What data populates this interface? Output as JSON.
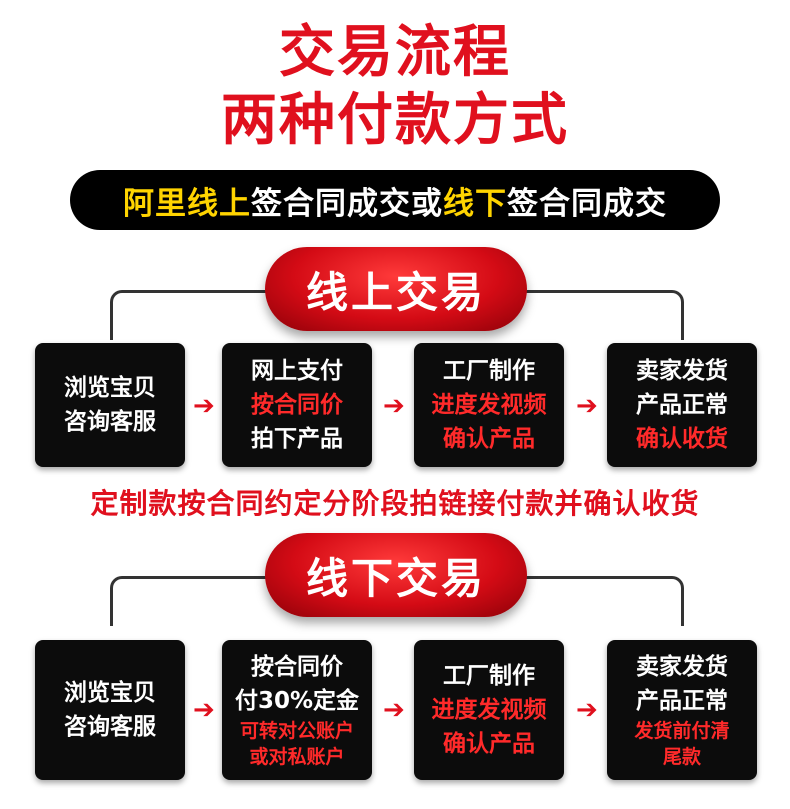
{
  "title_line1": "交易流程",
  "title_line2": "两种付款方式",
  "banner": {
    "part1": "阿里线上",
    "part2": "签合同成交或",
    "part3": "线下",
    "part4": "签合同成交"
  },
  "online": {
    "label": "线上交易",
    "steps": [
      {
        "lines": [
          {
            "text": "浏览宝贝",
            "color": "white"
          },
          {
            "text": "咨询客服",
            "color": "white"
          }
        ]
      },
      {
        "lines": [
          {
            "text": "网上支付",
            "color": "white"
          },
          {
            "text": "按合同价",
            "color": "red"
          },
          {
            "text": "拍下产品",
            "color": "white"
          }
        ]
      },
      {
        "lines": [
          {
            "text": "工厂制作",
            "color": "white"
          },
          {
            "text": "进度发视频",
            "color": "red"
          },
          {
            "text": "确认产品",
            "color": "red"
          }
        ]
      },
      {
        "lines": [
          {
            "text": "卖家发货",
            "color": "white"
          },
          {
            "text": "产品正常",
            "color": "white"
          },
          {
            "text": "确认收货",
            "color": "red"
          }
        ]
      }
    ]
  },
  "note": "定制款按合同约定分阶段拍链接付款并确认收货",
  "offline": {
    "label": "线下交易",
    "steps": [
      {
        "lines": [
          {
            "text": "浏览宝贝",
            "color": "white"
          },
          {
            "text": "咨询客服",
            "color": "white"
          }
        ]
      },
      {
        "lines": [
          {
            "text": "按合同价",
            "color": "white"
          },
          {
            "text": "付30%定金",
            "color": "white"
          },
          {
            "text": "可转对公账户",
            "color": "red",
            "small": true
          },
          {
            "text": "或对私账户",
            "color": "red",
            "small": true
          }
        ]
      },
      {
        "lines": [
          {
            "text": "工厂制作",
            "color": "white"
          },
          {
            "text": "进度发视频",
            "color": "red"
          },
          {
            "text": "确认产品",
            "color": "red"
          }
        ]
      },
      {
        "lines": [
          {
            "text": "卖家发货",
            "color": "white"
          },
          {
            "text": "产品正常",
            "color": "white"
          },
          {
            "text": "发货前付清",
            "color": "red",
            "small": true
          },
          {
            "text": "尾款",
            "color": "red",
            "small": true
          }
        ]
      }
    ]
  },
  "arrow_glyph": "➔",
  "colors": {
    "accent_red": "#e0101e",
    "highlight_yellow": "#ffd400",
    "box_black": "#0c0c0c"
  }
}
